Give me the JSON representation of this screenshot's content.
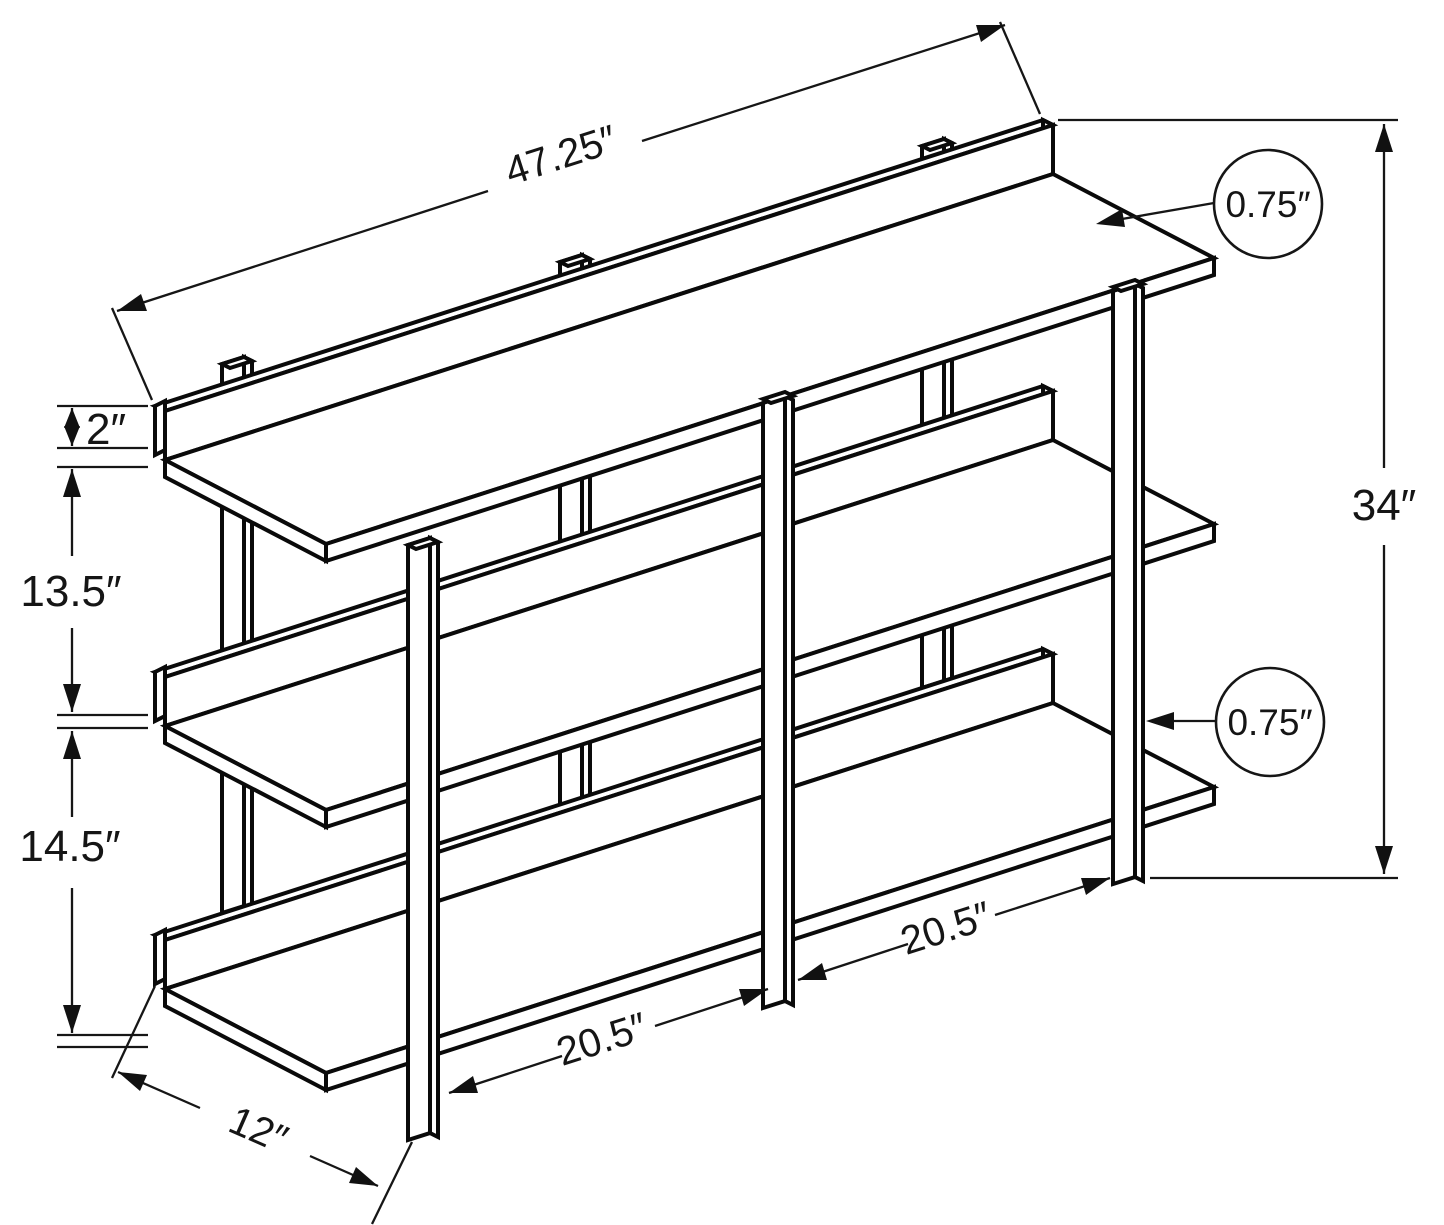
{
  "figure": {
    "background_color": "#ffffff",
    "line_color": "#0a0a0a",
    "description": "Isometric line drawing of a 3-tier console table with dimension callouts"
  },
  "dimensions": {
    "top_length": "47.25″",
    "top_board_thickness": "0.75″",
    "back_rail_height": "2″",
    "upper_shelf_gap": "13.5″",
    "lower_shelf_gap": "14.5″",
    "total_height": "34″",
    "shelf_board_thickness": "0.75″",
    "left_leg_span": "20.5″",
    "right_leg_span": "20.5″",
    "depth": "12″"
  }
}
